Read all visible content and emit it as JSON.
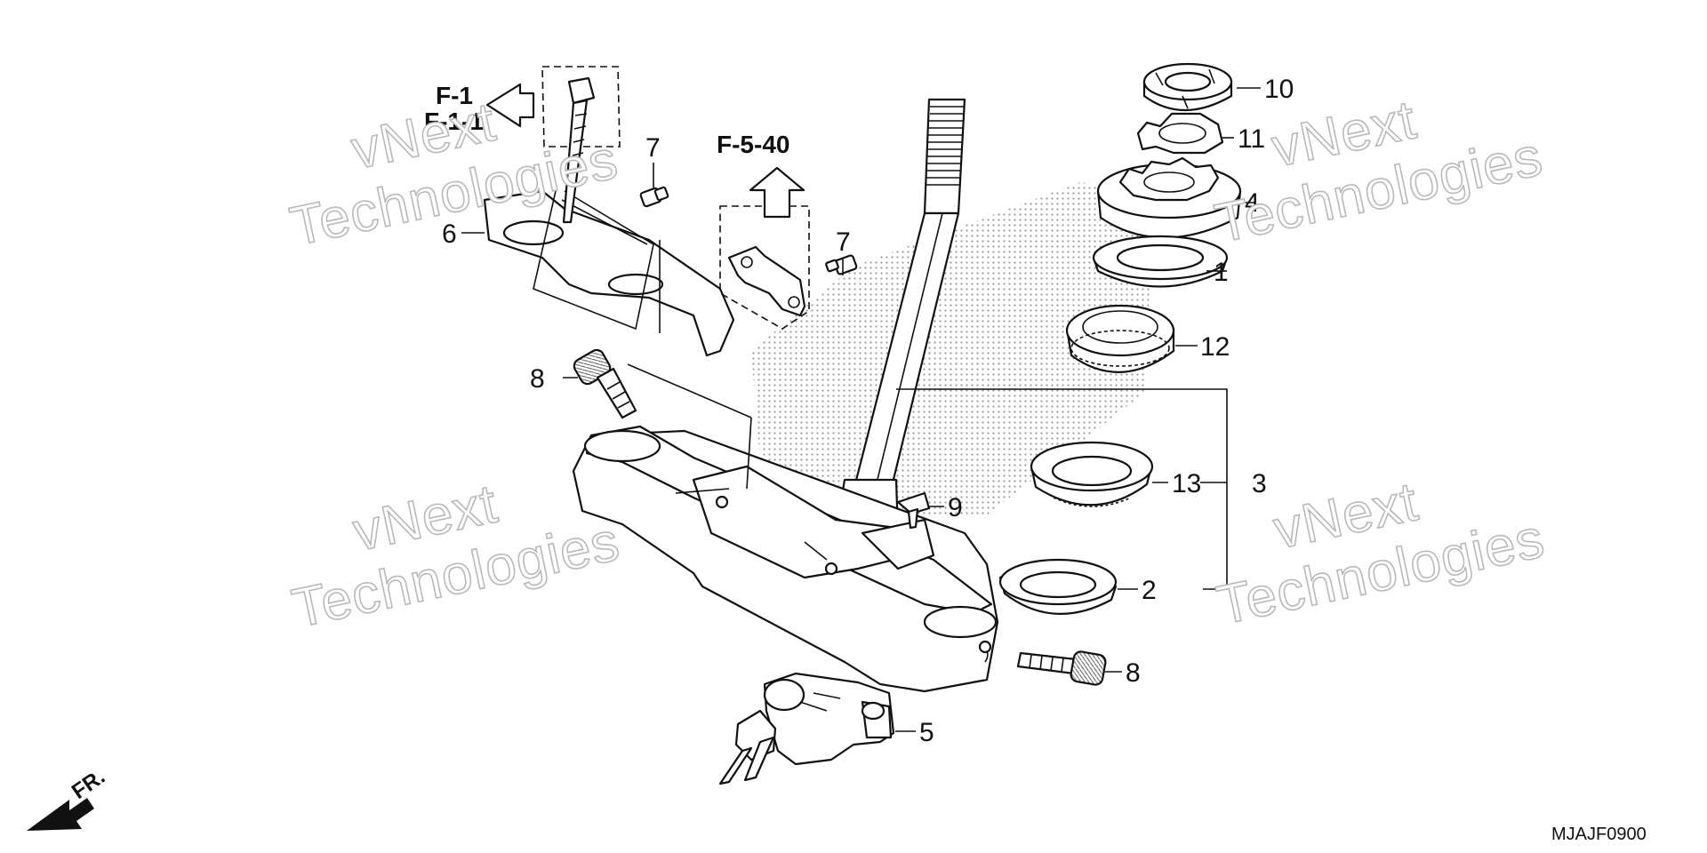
{
  "diagram": {
    "code": "MJAJF0900",
    "front_label": "FR.",
    "refs": {
      "f1": "F-1",
      "f11": "F-1-1",
      "f540": "F-5-40"
    },
    "watermark": {
      "line1": "vNext",
      "line2": "Technologies"
    },
    "callouts": {
      "c1": "1",
      "c2": "2",
      "c3": "3",
      "c4": "4",
      "c5": "5",
      "c6": "6",
      "c7a": "7",
      "c7b": "7",
      "c8a": "8",
      "c8b": "8",
      "c9": "9",
      "c10": "10",
      "c11": "11",
      "c12": "12",
      "c13": "13"
    }
  }
}
